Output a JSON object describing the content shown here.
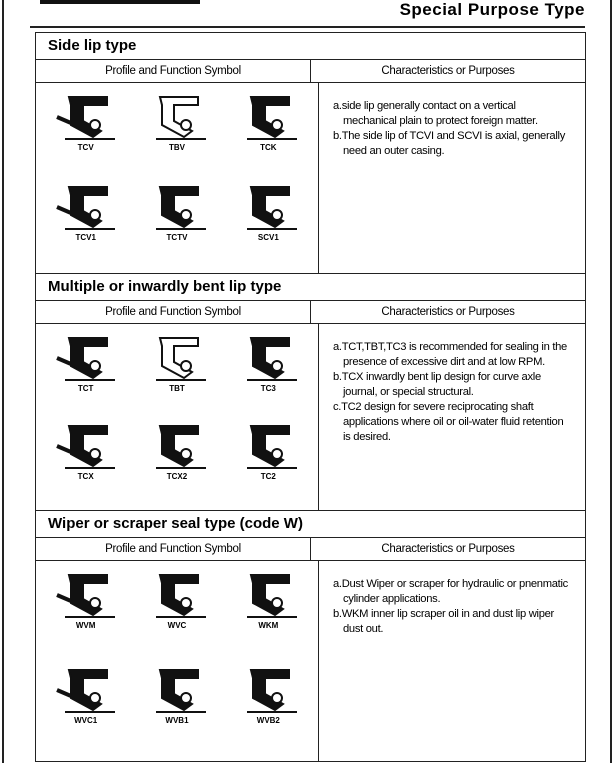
{
  "header": {
    "title": "Special Purpose Type"
  },
  "sections": [
    {
      "title": "Side lip type",
      "col1": "Profile and Function Symbol",
      "col2": "Characteristics or Purposes",
      "profiles": [
        "TCV",
        "TBV",
        "TCK",
        "TCV1",
        "TCTV",
        "SCV1"
      ],
      "notes": [
        "a.side lip generally contact on a vertical mechanical plain to protect foreign matter.",
        "b.The side lip of TCVI and SCVI is axial, generally need an outer casing."
      ]
    },
    {
      "title": "Multiple or inwardly bent lip type",
      "col1": "Profile and Function Symbol",
      "col2": "Characteristics or Purposes",
      "profiles": [
        "TCT",
        "TBT",
        "TC3",
        "TCX",
        "TCX2",
        "TC2"
      ],
      "notes": [
        "a.TCT,TBT,TC3 is recommended for sealing in the presence of excessive dirt and at low RPM.",
        "b.TCX inwardly bent lip design for curve axle journal, or special structural.",
        "c.TC2 design for severe reciprocating shaft applications where oil or oil-water fluid retention is desired."
      ]
    },
    {
      "title": "Wiper or scraper seal type (code W)",
      "col1": "Profile and Function Symbol",
      "col2": "Characteristics or Purposes",
      "profiles": [
        "WVM",
        "WVC",
        "WKM",
        "WVC1",
        "WVB1",
        "WVB2"
      ],
      "notes": [
        "a.Dust Wiper or scraper for hydraulic or pnenmatic cylinder applications.",
        "b.WKM inner lip scraper oil in and dust lip wiper dust out."
      ]
    }
  ]
}
